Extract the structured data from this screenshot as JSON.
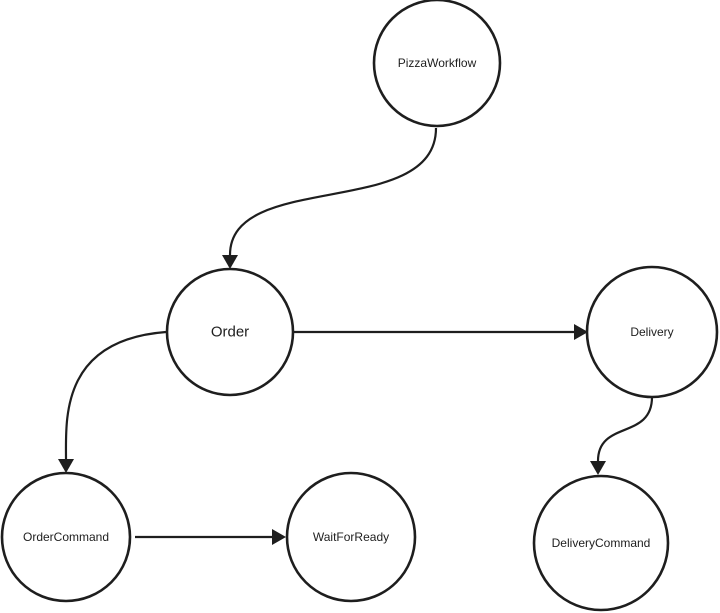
{
  "diagram": {
    "nodes": {
      "pizza_workflow": "PizzaWorkflow",
      "order": "Order",
      "delivery": "Delivery",
      "order_command": "OrderCommand",
      "wait_for_ready": "WaitForReady",
      "delivery_command": "DeliveryCommand"
    },
    "edges": [
      {
        "from": "PizzaWorkflow",
        "to": "Order"
      },
      {
        "from": "Order",
        "to": "Delivery"
      },
      {
        "from": "Order",
        "to": "OrderCommand"
      },
      {
        "from": "OrderCommand",
        "to": "WaitForReady"
      },
      {
        "from": "Delivery",
        "to": "DeliveryCommand"
      }
    ],
    "colors": {
      "stroke": "#1e1e1e",
      "background": "#ffffff"
    }
  }
}
